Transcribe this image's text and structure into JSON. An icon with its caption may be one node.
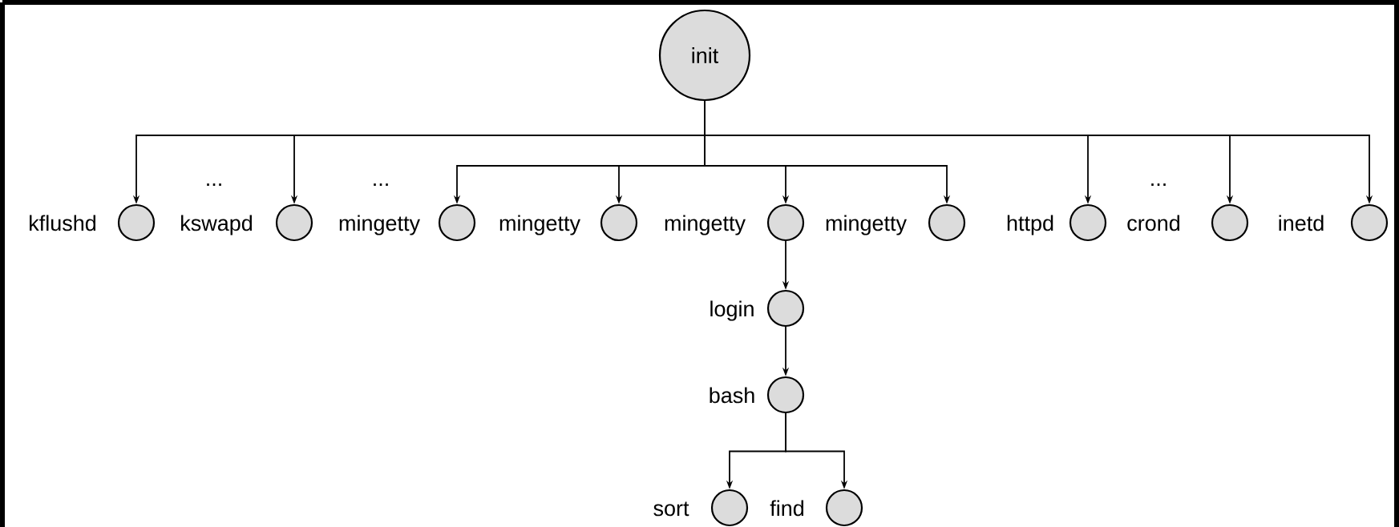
{
  "diagram": {
    "nodes": [
      {
        "text": [
          "init"
        ]
      },
      {
        "text": [
          "kflushd"
        ]
      },
      {
        "text": [
          "kswapd"
        ]
      },
      {
        "text": [
          "mingetty"
        ]
      },
      {
        "text": [
          "mingetty"
        ]
      },
      {
        "text": [
          "mingetty"
        ]
      },
      {
        "text": [
          "mingetty"
        ]
      },
      {
        "text": [
          "httpd"
        ]
      },
      {
        "text": [
          "crond"
        ]
      },
      {
        "text": [
          "inetd"
        ]
      },
      {
        "text": [
          "login"
        ]
      },
      {
        "text": [
          "bash"
        ]
      },
      {
        "text": [
          "sort"
        ]
      },
      {
        "text": [
          "find"
        ]
      }
    ],
    "edges": [
      {
        "from": 0,
        "to": 1,
        "arrow": "to"
      },
      {
        "from": 0,
        "to": 2,
        "arrow": "to"
      },
      {
        "from": 0,
        "to": 3,
        "arrow": "to"
      },
      {
        "from": 0,
        "to": 4,
        "arrow": "to"
      },
      {
        "from": 0,
        "to": 5,
        "arrow": "to"
      },
      {
        "from": 0,
        "to": 6,
        "arrow": "to"
      },
      {
        "from": 0,
        "to": 7,
        "arrow": "to"
      },
      {
        "from": 0,
        "to": 8,
        "arrow": "to"
      },
      {
        "from": 0,
        "to": 9,
        "arrow": "to"
      },
      {
        "from": 5,
        "to": 10,
        "arrow": "to"
      },
      {
        "from": 10,
        "to": 11,
        "arrow": "to"
      },
      {
        "from": 11,
        "to": 12,
        "arrow": "to"
      },
      {
        "from": 11,
        "to": 13,
        "arrow": "to"
      }
    ],
    "labels": [
      "...",
      "...",
      "..."
    ]
  }
}
